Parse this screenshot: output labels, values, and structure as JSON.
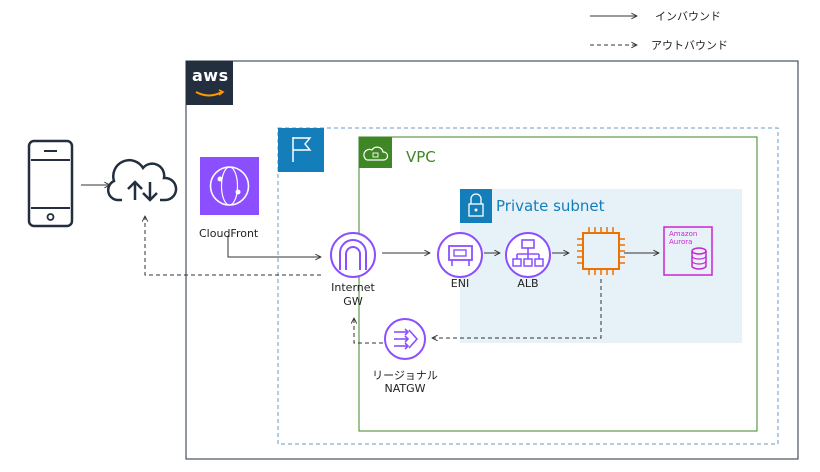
{
  "legend": {
    "inbound": "インバウンド",
    "outbound": "アウトバウンド"
  },
  "aws_logo": "aws",
  "vpc": {
    "label": "VPC"
  },
  "private_subnet": {
    "label": "Private subnet"
  },
  "nodes": {
    "cloudfront": "CloudFront",
    "internet_gw": [
      "Internet",
      "GW"
    ],
    "eni": "ENI",
    "alb": "ALB",
    "natgw": [
      "リージョナル",
      "NATGW"
    ],
    "aurora": [
      "Amazon",
      "Aurora"
    ]
  },
  "icons": [
    "mobile-phone-icon",
    "cloud-upload-download-icon",
    "cloudfront-icon",
    "region-flag-icon",
    "vpc-cloud-lock-icon",
    "padlock-icon",
    "internet-gateway-icon",
    "eni-icon",
    "alb-icon",
    "ec2-chip-icon",
    "aurora-database-icon",
    "nat-gateway-icon"
  ],
  "colors": {
    "cloudfront": "#8c4fff",
    "flag_blue": "#147eba",
    "vpc_green": "#3f8624",
    "subnet_bg": "#e6f2f8",
    "subnet_text": "#147eba",
    "ec2_orange": "#ed7100",
    "aurora_pink": "#c925d1",
    "network_purple": "#8c4fff",
    "dark": "#232f3e"
  }
}
